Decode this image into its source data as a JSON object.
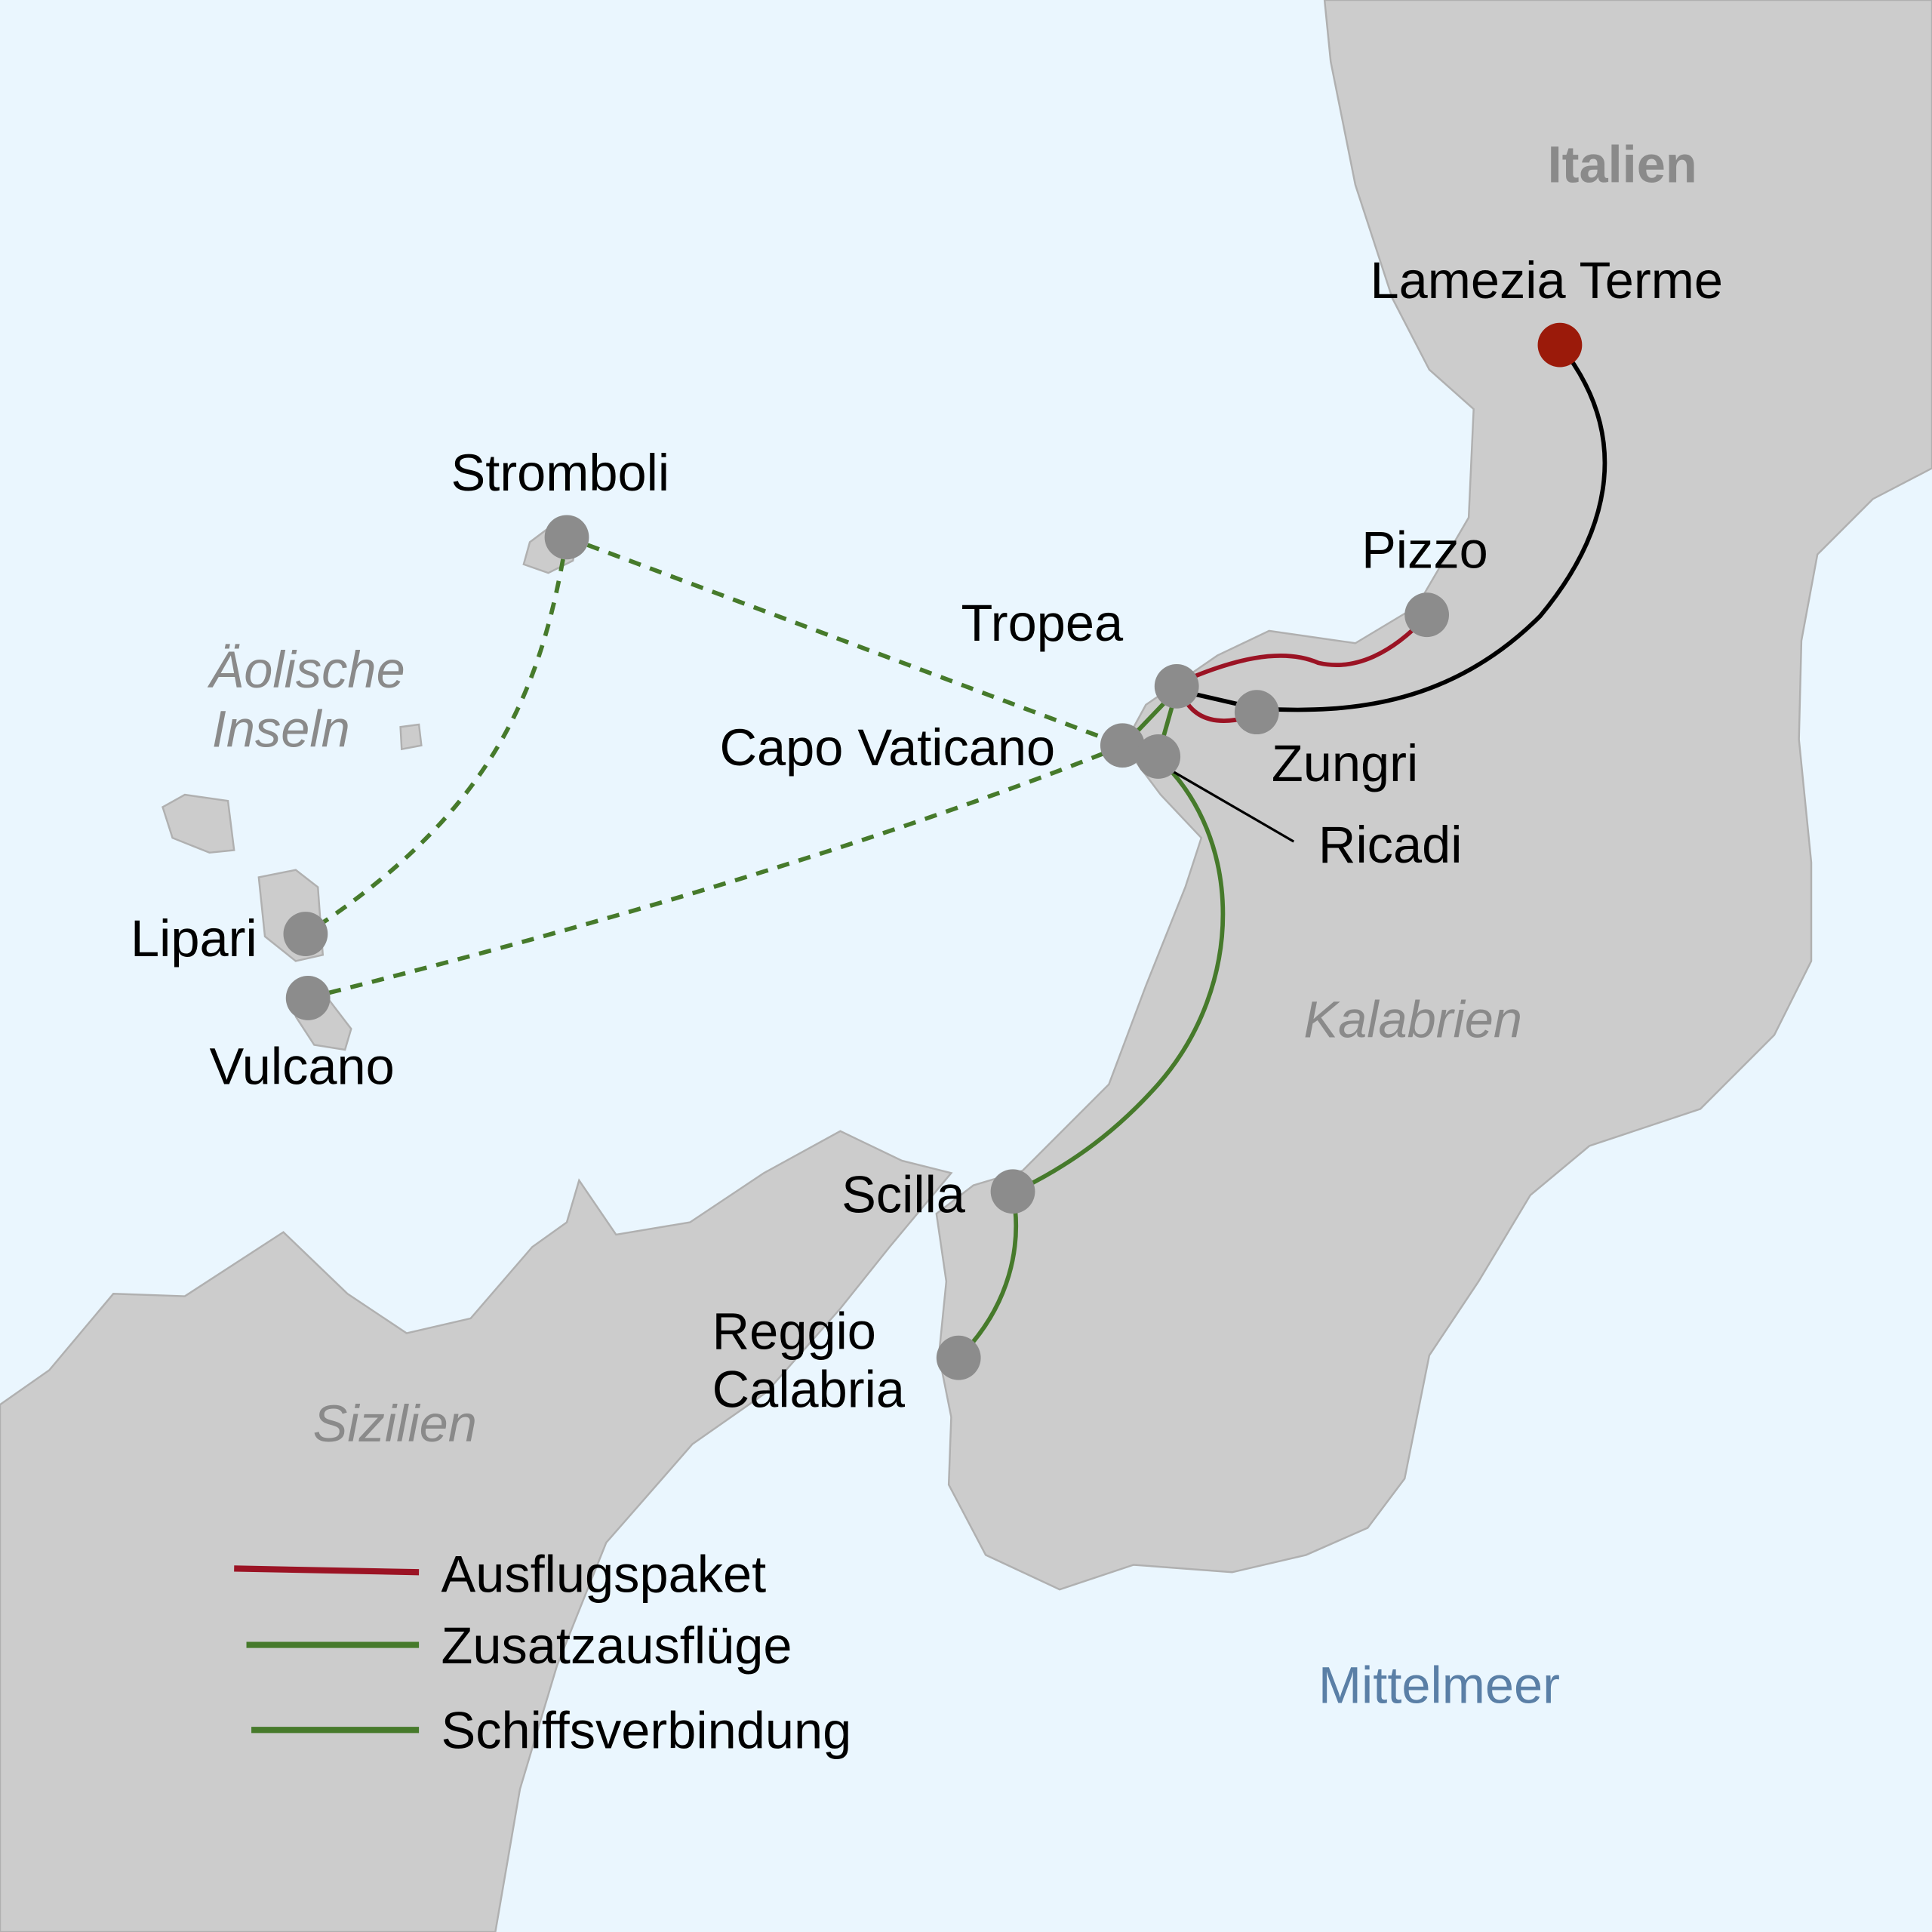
{
  "regions": {
    "country": "Italien",
    "calabria": "Kalabrien",
    "sicily": "Sizilien",
    "aeolian_line1": "Äolische",
    "aeolian_line2": "Inseln",
    "sea": "Mittelmeer"
  },
  "cities": {
    "lamezia": "Lamezia Terme",
    "pizzo": "Pizzo",
    "tropea": "Tropea",
    "zungri": "Zungri",
    "capo": "Capo Vaticano",
    "ricadi": "Ricadi",
    "stromboli": "Stromboli",
    "lipari": "Lipari",
    "vulcano": "Vulcano",
    "scilla": "Scilla",
    "reggio1": "Reggio",
    "reggio2": "Calabria"
  },
  "legend": [
    {
      "label": "Ausflugspaket",
      "color": "#9b1324"
    },
    {
      "label": "Zusatzausflüge",
      "color": "#467a2b"
    },
    {
      "label": "Schiffsverbindung",
      "color": "#467a2b"
    }
  ],
  "colors": {
    "start": "#9b1a0a",
    "city": "#8c8c8c",
    "land": "#cccccc",
    "water": "#eaf6fe"
  }
}
